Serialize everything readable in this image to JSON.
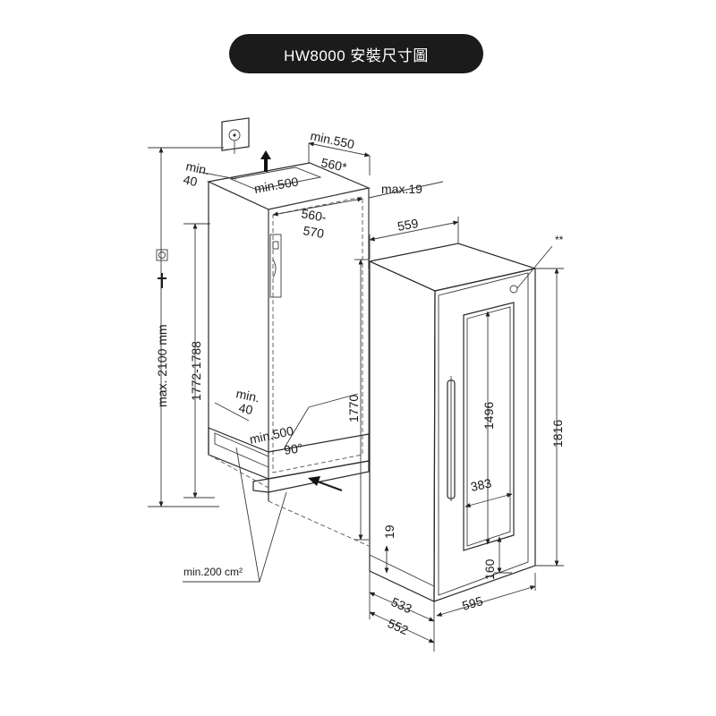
{
  "title": "HW8000 安裝尺寸圖",
  "icons": [
    "socket-icon",
    "plug-icon",
    "airflow-arrow-icon"
  ],
  "niche": {
    "width_top": "min.550",
    "depth_top": "560*",
    "rear_gap_top_min": "min.",
    "rear_gap_top_val": "40",
    "vent_top": "min.500",
    "door_panel_max": "max.19",
    "inner_width_a": "560-",
    "inner_width_b": "570",
    "max_height": "max. 2100 mm",
    "niche_height": "1772-1788",
    "rear_gap_bottom_min": "min.",
    "rear_gap_bottom_val": "40",
    "vent_bottom": "min.500",
    "angle": "90°",
    "vent_area": "min.200 cm²"
  },
  "appliance": {
    "width_top": "559",
    "asterisk": "**",
    "height_1770": "1770",
    "height_1816": "1816",
    "glass_height": "1496",
    "glass_width": "383",
    "bottom_offset": "160",
    "plinth": "19",
    "depth_533": "533",
    "depth_552": "552",
    "width_595": "595"
  }
}
